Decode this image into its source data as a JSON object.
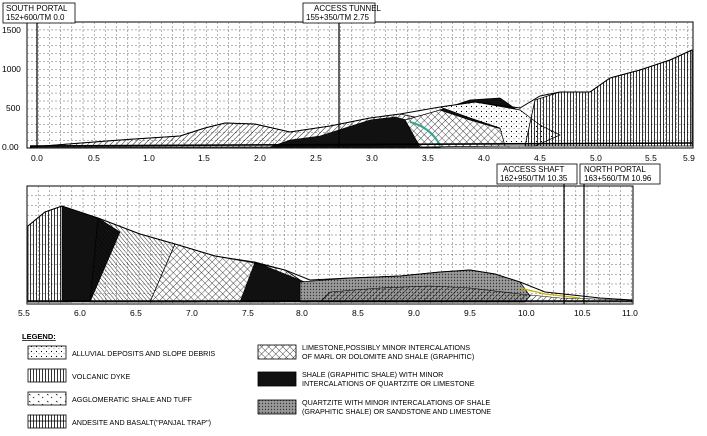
{
  "section1": {
    "y_ticks": [
      "1500",
      "1000",
      "500",
      "0.00"
    ],
    "x_ticks": [
      "0.0",
      "0.5",
      "1.0",
      "1.5",
      "2.0",
      "2.5",
      "3.0",
      "3.5",
      "4.0",
      "4.5",
      "5.0",
      "5.5",
      "5.9"
    ],
    "south_portal": {
      "line1": "SOUTH PORTAL",
      "line2": "152+600/TM 0.0"
    },
    "access_tunnel": {
      "line1": "ACCESS TUNNEL",
      "line2": "155+350/TM 2.75"
    }
  },
  "section2": {
    "x_ticks": [
      "5.5",
      "6.0",
      "6.5",
      "7.0",
      "7.5",
      "8.0",
      "8.5",
      "9.0",
      "9.5",
      "10.0",
      "10.5",
      "11.0"
    ],
    "access_shaft": {
      "line1": "ACCESS SHAFT",
      "line2": "162+950/TM 10.35"
    },
    "north_portal": {
      "line1": "NORTH PORTAL",
      "line2": "163+560/TM 10.96"
    }
  },
  "legend": {
    "title": "LEGEND:",
    "alluvial": "ALLUVIAL DEPOSITS AND SLOPE DEBRIS",
    "dyke": "VOLCANIC DYKE",
    "agglomeratic": "AGGLOMERATIC SHALE AND TUFF",
    "andesite": "ANDESITE AND BASALT(\"PANJAL TRAP\")",
    "limestone_l1": "LIMESTONE,POSSIBLY MINOR INTERCALATIONS",
    "limestone_l2": "OF MARL OR DOLOMITE AND SHALE (GRAPHITIC)",
    "shale_l1": "SHALE (GRAPHITIC SHALE) WITH MINOR",
    "shale_l2": "INTERCALATIONS OF QUARTZITE OR LIMESTONE",
    "quartzite_l1": "QUARTZITE WITH MINOR INTERCALATIONS OF SHALE",
    "quartzite_l2": "(GRAPHITIC SHALE) OR SANDSTONE AND LIMESTONE"
  },
  "colors": {
    "ink": "#000000",
    "grid": "#555555",
    "paper": "#ffffff",
    "accent_line": "#2fa88e"
  }
}
